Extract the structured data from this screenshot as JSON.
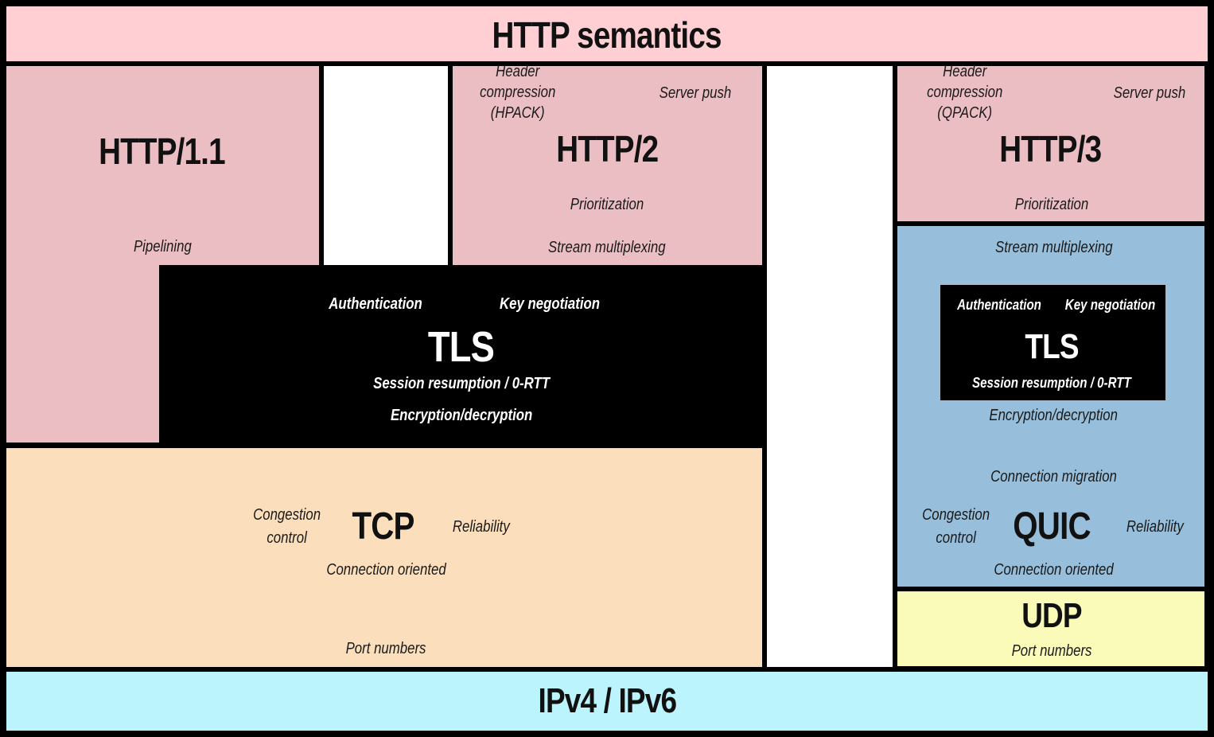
{
  "semantics": {
    "title": "HTTP semantics"
  },
  "http11": {
    "title": "HTTP/1.1",
    "pipelining": "Pipelining"
  },
  "http2": {
    "title": "HTTP/2",
    "header_compression_l1": "Header compression",
    "header_compression_l2": "(HPACK)",
    "server_push": "Server push",
    "prioritization": "Prioritization",
    "stream_multiplexing": "Stream multiplexing"
  },
  "http3": {
    "title": "HTTP/3",
    "header_compression_l1": "Header compression",
    "header_compression_l2": "(QPACK)",
    "server_push": "Server push",
    "prioritization": "Prioritization"
  },
  "tls": {
    "title": "TLS",
    "authentication": "Authentication",
    "key_negotiation": "Key negotiation",
    "session_resumption": "Session resumption / 0-RTT",
    "encryption": "Encryption/decryption"
  },
  "quic": {
    "title": "QUIC",
    "stream_multiplexing": "Stream multiplexing",
    "encryption": "Encryption/decryption",
    "connection_migration": "Connection migration",
    "congestion_l1": "Congestion",
    "congestion_l2": "control",
    "reliability": "Reliability",
    "connection_oriented": "Connection oriented"
  },
  "quic_tls": {
    "title": "TLS",
    "authentication": "Authentication",
    "key_negotiation": "Key negotiation",
    "session_resumption": "Session resumption / 0-RTT"
  },
  "tcp": {
    "title": "TCP",
    "congestion_l1": "Congestion",
    "congestion_l2": "control",
    "reliability": "Reliability",
    "connection_oriented": "Connection oriented",
    "port_numbers": "Port numbers"
  },
  "udp": {
    "title": "UDP",
    "port_numbers": "Port numbers"
  },
  "ip": {
    "title": "IPv4  / IPv6"
  },
  "colors": {
    "border": "#000000",
    "semantics_bar": "#ffcfd4",
    "http_box": "#ebbec3",
    "tls_box": "#000000",
    "tcp_box": "#fbdebb",
    "quic_box": "#97bedb",
    "udp_box": "#fafbb9",
    "ip_bar": "#bbf4fc",
    "tls_text": "#ffffff",
    "label_text": "#1a1a1a"
  }
}
